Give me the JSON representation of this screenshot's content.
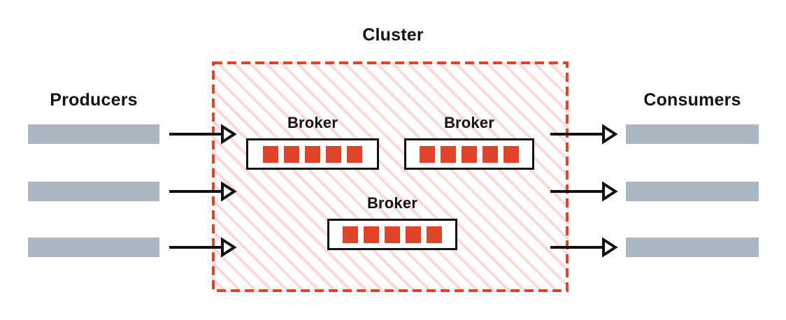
{
  "diagram": {
    "title": "Cluster",
    "producers_label": "Producers",
    "consumers_label": "Consumers",
    "broker_label": "Broker",
    "colors": {
      "accent_red": "#E1432A",
      "hatch_pink": "#FBD9D6",
      "bar_gray": "#AAB7C3",
      "text_black": "#14110F",
      "box_border": "#111111",
      "background": "#FFFFFF"
    },
    "cluster": {
      "border_style": "dashed",
      "border_color": "#E1432A",
      "fill": "diagonal-hatch"
    },
    "brokers": [
      {
        "label": "Broker",
        "partitions": 5
      },
      {
        "label": "Broker",
        "partitions": 5
      },
      {
        "label": "Broker",
        "partitions": 5
      }
    ],
    "producers": [
      {
        "label": ""
      },
      {
        "label": ""
      },
      {
        "label": ""
      }
    ],
    "consumers": [
      {
        "label": ""
      },
      {
        "label": ""
      },
      {
        "label": ""
      }
    ],
    "arrows": {
      "inbound_count": 3,
      "outbound_count": 3,
      "head_style": "open-triangle",
      "direction": "left-to-right"
    }
  }
}
